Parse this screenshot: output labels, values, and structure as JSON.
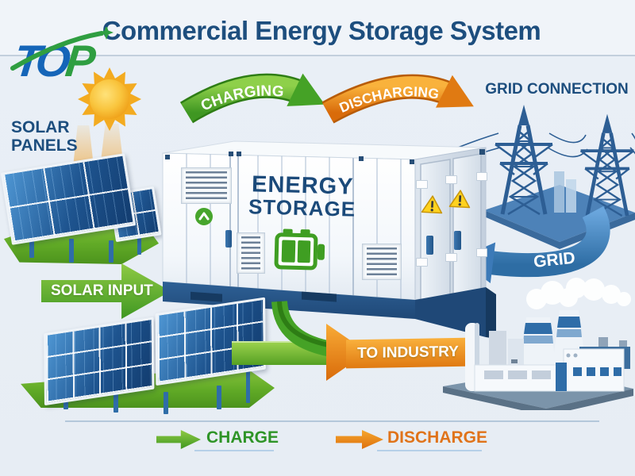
{
  "header": {
    "title": "Commercial Energy Storage System",
    "logo": {
      "t": "T",
      "o": "O",
      "p": "P"
    }
  },
  "sections": {
    "solar_panels": {
      "line1": "SOLAR",
      "line2": "PANELS"
    },
    "grid_connection": "GRID CONNECTION",
    "storage_unit": {
      "line1": "ENERGY",
      "line2": "STORAGE"
    }
  },
  "flows": {
    "charging": "CHARGING",
    "discharging": "DISCHARGING",
    "solar_input": "SOLAR INPUT",
    "grid": "GRID",
    "to_industry": "TO INDUSTRY"
  },
  "legend": {
    "charge": "CHARGE",
    "discharge": "DISCHARGE"
  },
  "colors": {
    "background": "#e9eff6",
    "title_blue": "#1d4e7e",
    "charge_green": "#4aa32b",
    "discharge_orange": "#e8821a",
    "grid_blue": "#3c7ab8",
    "panel_blue": "#1e548f",
    "battery_green": "#3f9e22",
    "warning_yellow": "#ffd21e"
  }
}
